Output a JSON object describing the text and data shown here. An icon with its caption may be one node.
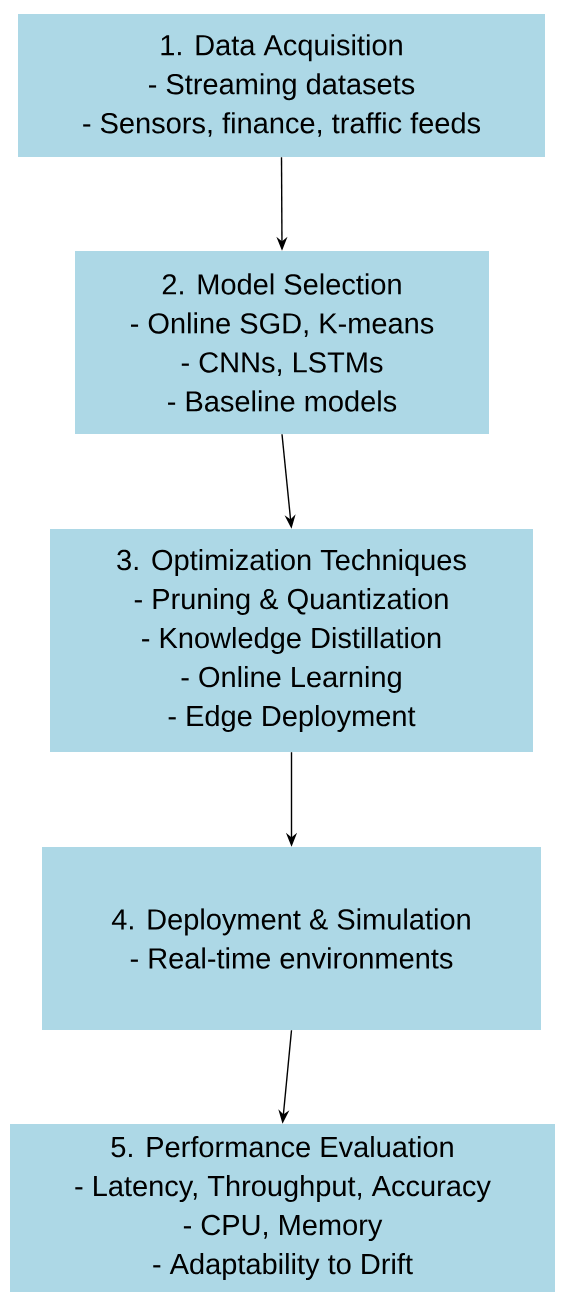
{
  "diagram": {
    "nodes": [
      {
        "text": [
          "1. Data Acquisition",
          "- Streaming datasets",
          "- Sensors, finance, traffic feeds"
        ]
      },
      {
        "text": [
          "2. Model Selection",
          "- Online SGD, K-means",
          "- CNNs, LSTMs",
          "- Baseline models"
        ]
      },
      {
        "text": [
          "3. Optimization Techniques",
          "- Pruning & Quantization",
          "- Knowledge Distillation",
          "- Online Learning",
          "- Edge Deployment"
        ]
      },
      {
        "text": [
          "4. Deployment & Simulation",
          "- Real-time environments"
        ]
      },
      {
        "text": [
          "5. Performance Evaluation",
          "- Latency, Throughput, Accuracy",
          "- CPU, Memory",
          "- Adaptability to Drift"
        ]
      }
    ],
    "edges": [
      {
        "from": 0,
        "to": 1,
        "arrow": "to"
      },
      {
        "from": 1,
        "to": 2,
        "arrow": "to"
      },
      {
        "from": 2,
        "to": 3,
        "arrow": "to"
      },
      {
        "from": 3,
        "to": 4,
        "arrow": "to"
      }
    ]
  }
}
